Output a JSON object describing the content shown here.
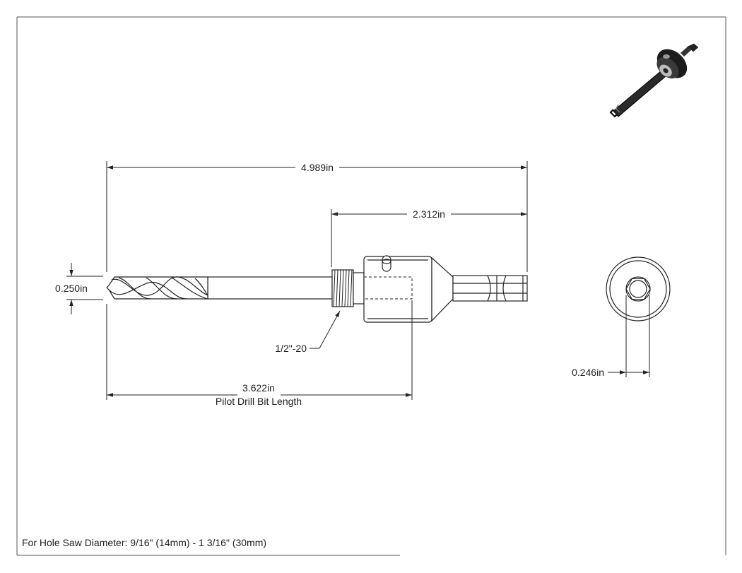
{
  "dimensions": {
    "overall_length": "4.989in",
    "arbor_length": "2.312in",
    "drill_diameter": "0.250in",
    "thread_spec": "1/2\"-20",
    "pilot_length": "3.622in",
    "pilot_length_caption": "Pilot Drill Bit Length",
    "hex_size": "0.246in"
  },
  "footer": {
    "note": "For Hole Saw Diameter: 9/16\" (14mm) - 1 3/16\" (30mm)"
  }
}
